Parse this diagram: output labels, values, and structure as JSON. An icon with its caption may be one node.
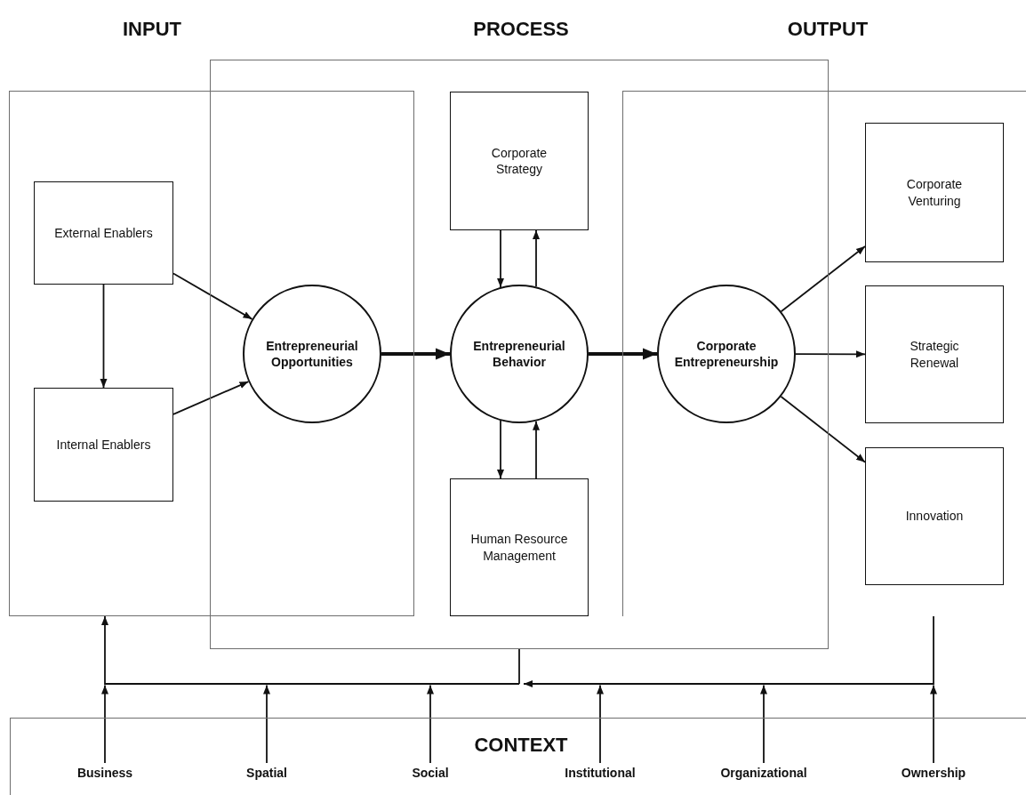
{
  "diagram": {
    "nodes": [
      {
        "text": [
          "INPUT"
        ]
      },
      {
        "text": [
          "PROCESS"
        ]
      },
      {
        "text": [
          "OUTPUT"
        ]
      },
      {
        "text": [
          "External Enablers"
        ],
        "in": 0
      },
      {
        "text": [
          "Internal Enablers"
        ],
        "in": 0
      },
      {
        "text": [
          "Entrepreneurial Opportunities"
        ]
      },
      {
        "text": [
          "Corporate Strategy"
        ],
        "in": 1
      },
      {
        "text": [
          "Entrepreneurial Behavior"
        ],
        "in": 1
      },
      {
        "text": [
          "Human Resource Management"
        ],
        "in": 1
      },
      {
        "text": [
          "Corporate Entrepreneurship"
        ]
      },
      {
        "text": [
          "Corporate Venturing"
        ],
        "in": 2
      },
      {
        "text": [
          "Strategic Renewal"
        ],
        "in": 2
      },
      {
        "text": [
          "Innovation"
        ],
        "in": 2
      },
      {
        "text": [
          "CONTEXT"
        ]
      },
      {
        "text": [
          "Business"
        ],
        "in": 13
      },
      {
        "text": [
          "Spatial"
        ],
        "in": 13
      },
      {
        "text": [
          "Social"
        ],
        "in": 13
      },
      {
        "text": [
          "Institutional"
        ],
        "in": 13
      },
      {
        "text": [
          "Organizational"
        ],
        "in": 13
      },
      {
        "text": [
          "Ownership"
        ],
        "in": 13
      }
    ],
    "edges": [
      {
        "from": 3,
        "to": 4,
        "arrow": "to"
      },
      {
        "from": 3,
        "to": 5,
        "arrow": "to"
      },
      {
        "from": 4,
        "to": 5,
        "arrow": "to"
      },
      {
        "from": 5,
        "to": 7,
        "arrow": "to",
        "style": "thick"
      },
      {
        "from": 6,
        "to": 7,
        "arrow": "to"
      },
      {
        "from": 7,
        "to": 6,
        "arrow": "to"
      },
      {
        "from": 7,
        "to": 9,
        "arrow": "to",
        "style": "thick"
      },
      {
        "from": 7,
        "to": 8,
        "arrow": "to"
      },
      {
        "from": 8,
        "to": 7,
        "arrow": "to"
      },
      {
        "from": 9,
        "to": 10,
        "arrow": "to"
      },
      {
        "from": 9,
        "to": 11,
        "arrow": "to"
      },
      {
        "from": 9,
        "to": 12,
        "arrow": "to"
      },
      {
        "from": 2,
        "to": 0,
        "arrow": "to"
      },
      {
        "from": 1,
        "to": 0,
        "arrow": "to"
      },
      {
        "from": 14,
        "to": null,
        "arrow": "to"
      },
      {
        "from": 15,
        "to": null,
        "arrow": "to"
      },
      {
        "from": 16,
        "to": null,
        "arrow": "to"
      },
      {
        "from": 17,
        "to": null,
        "arrow": "to"
      },
      {
        "from": 18,
        "to": null,
        "arrow": "to"
      },
      {
        "from": 19,
        "to": null,
        "arrow": "to"
      }
    ]
  }
}
